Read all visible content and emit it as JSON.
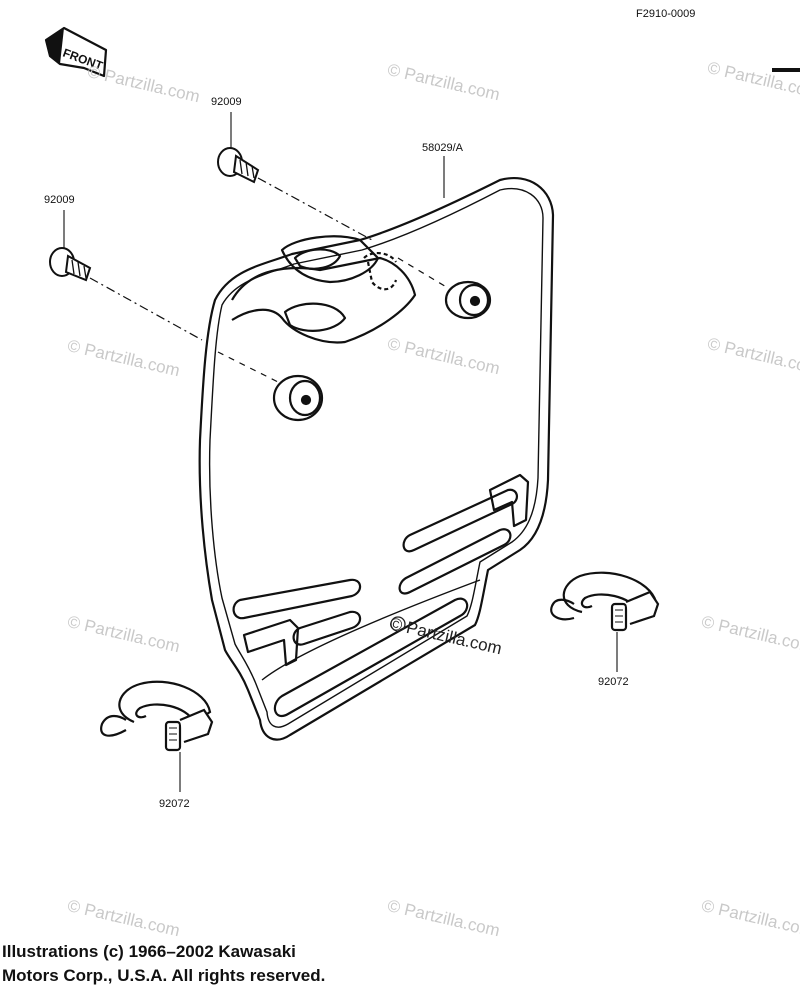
{
  "diagram": {
    "figure_id": "F2910-0009",
    "direction_tag": "FRONT",
    "parts": [
      {
        "number": "92009",
        "kind": "bolt"
      },
      {
        "number": "92009",
        "kind": "bolt"
      },
      {
        "number": "58029/A",
        "kind": "number-plate"
      },
      {
        "number": "92072",
        "kind": "band"
      },
      {
        "number": "92072",
        "kind": "band"
      }
    ]
  },
  "watermark": {
    "text": "© Partzilla.com"
  },
  "copyright": {
    "line1": "Illustrations (c) 1966–2002 Kawasaki",
    "line2": "Motors Corp., U.S.A.  All rights reserved."
  }
}
